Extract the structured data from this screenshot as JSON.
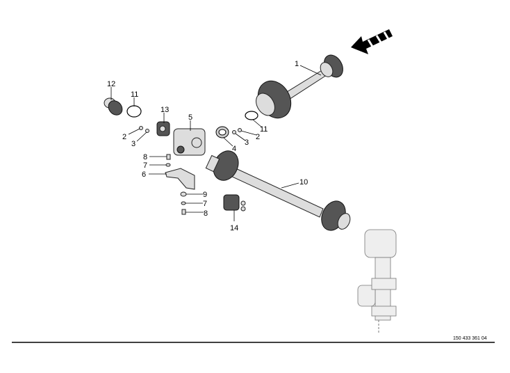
{
  "diagram": {
    "callouts": [
      "1",
      "12",
      "11",
      "13",
      "5",
      "2",
      "3",
      "11",
      "2",
      "3",
      "4",
      "8",
      "7",
      "6",
      "9",
      "7",
      "8",
      "14",
      "10"
    ],
    "drawing_number": "150 433 361 04"
  }
}
